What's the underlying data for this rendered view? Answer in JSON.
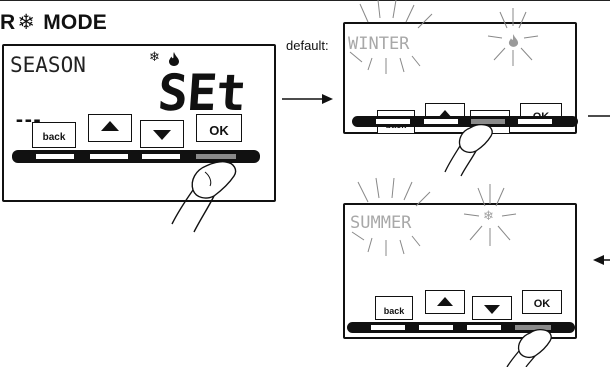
{
  "heading": {
    "prefix": "R",
    "symbol": "❄",
    "suffix": "MODE"
  },
  "default_label": "default:",
  "panel_main": {
    "line1": "SEASON",
    "big_text": "SEt",
    "dashes": "---",
    "snowflake": "❄",
    "flame": "🔥",
    "buttons": {
      "back": "back",
      "ok": "OK"
    }
  },
  "panel_winter": {
    "text": "WINTER",
    "flame": "🔥",
    "buttons": {
      "back": "back",
      "ok": "OK"
    }
  },
  "panel_summer": {
    "text": "SUMMER",
    "snowflake": "❄",
    "buttons": {
      "back": "back",
      "ok": "OK"
    }
  },
  "icons": [
    "snowflake-icon",
    "flame-icon",
    "up-arrow-icon",
    "down-arrow-icon",
    "finger-icon",
    "flow-arrow-icon",
    "blink-rays-icon"
  ]
}
